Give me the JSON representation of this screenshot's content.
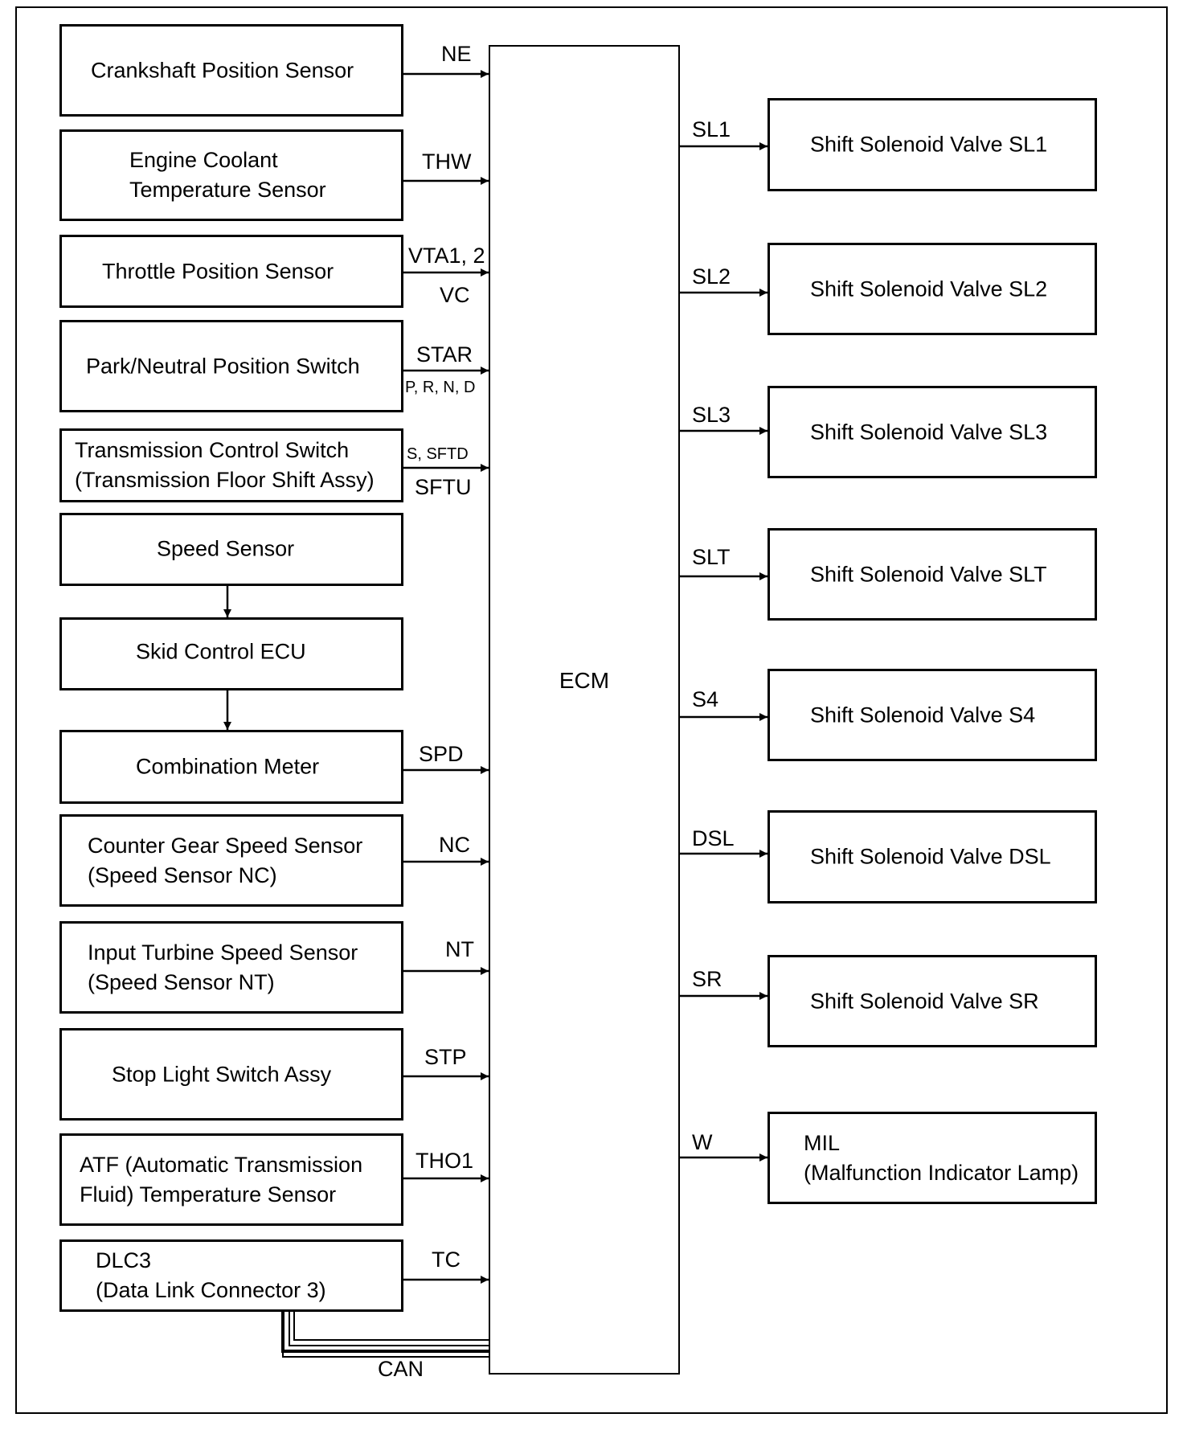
{
  "inputs": [
    {
      "id": "crankshaft",
      "lines": [
        "Crankshaft Position Sensor"
      ],
      "signal": "NE"
    },
    {
      "id": "coolant",
      "lines": [
        "Engine Coolant",
        "Temperature Sensor"
      ],
      "signal": "THW"
    },
    {
      "id": "throttle",
      "lines": [
        "Throttle Position Sensor"
      ],
      "signal": "VTA1, 2",
      "signal2": "VC"
    },
    {
      "id": "park-neutral",
      "lines": [
        "Park/Neutral Position Switch"
      ],
      "signal": "STAR",
      "signal2": "P, R, N, D"
    },
    {
      "id": "trans-control",
      "lines": [
        "Transmission Control Switch",
        "(Transmission Floor Shift Assy)"
      ],
      "signal": "S, SFTD",
      "signal2": "SFTU"
    },
    {
      "id": "speed-sensor",
      "lines": [
        "Speed Sensor"
      ]
    },
    {
      "id": "skid-ecu",
      "lines": [
        "Skid Control ECU"
      ]
    },
    {
      "id": "combination-meter",
      "lines": [
        "Combination Meter"
      ],
      "signal": "SPD"
    },
    {
      "id": "counter-gear",
      "lines": [
        "Counter Gear Speed Sensor",
        "(Speed Sensor NC)"
      ],
      "signal": "NC"
    },
    {
      "id": "input-turbine",
      "lines": [
        "Input Turbine Speed Sensor",
        "(Speed Sensor NT)"
      ],
      "signal": "NT"
    },
    {
      "id": "stop-light",
      "lines": [
        "Stop Light Switch Assy"
      ],
      "signal": "STP"
    },
    {
      "id": "atf-temp",
      "lines": [
        "ATF (Automatic Transmission",
        "Fluid) Temperature Sensor"
      ],
      "signal": "THO1"
    },
    {
      "id": "dlc3",
      "lines": [
        "DLC3",
        "(Data Link Connector 3)"
      ],
      "signal": "TC"
    }
  ],
  "ecm": {
    "label": "ECM"
  },
  "can_label": "CAN",
  "outputs": [
    {
      "id": "sl1",
      "lines": [
        "Shift Solenoid Valve SL1"
      ],
      "signal": "SL1"
    },
    {
      "id": "sl2",
      "lines": [
        "Shift Solenoid Valve SL2"
      ],
      "signal": "SL2"
    },
    {
      "id": "sl3",
      "lines": [
        "Shift Solenoid Valve SL3"
      ],
      "signal": "SL3"
    },
    {
      "id": "slt",
      "lines": [
        "Shift Solenoid Valve SLT"
      ],
      "signal": "SLT"
    },
    {
      "id": "s4",
      "lines": [
        "Shift Solenoid Valve S4"
      ],
      "signal": "S4"
    },
    {
      "id": "dsl",
      "lines": [
        "Shift Solenoid Valve DSL"
      ],
      "signal": "DSL"
    },
    {
      "id": "sr",
      "lines": [
        "Shift Solenoid Valve SR"
      ],
      "signal": "SR"
    },
    {
      "id": "mil",
      "lines": [
        "MIL",
        "(Malfunction Indicator Lamp)"
      ],
      "signal": "W"
    }
  ]
}
